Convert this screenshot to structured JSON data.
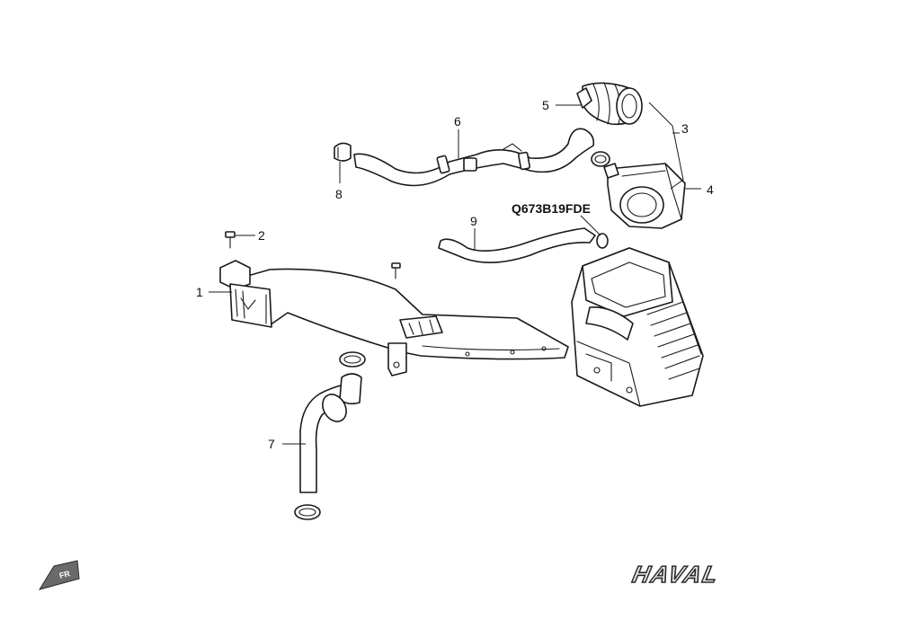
{
  "callouts": {
    "c1": "1",
    "c2": "2",
    "c3": "3",
    "c4": "4",
    "c5": "5",
    "c6": "6",
    "c7": "7",
    "c8": "8",
    "c9": "9"
  },
  "part_code": "Q673B19FDE",
  "brand": "HAVAL",
  "direction_marker": "FR",
  "colors": {
    "line": "#1a1a1a",
    "background": "#ffffff"
  }
}
